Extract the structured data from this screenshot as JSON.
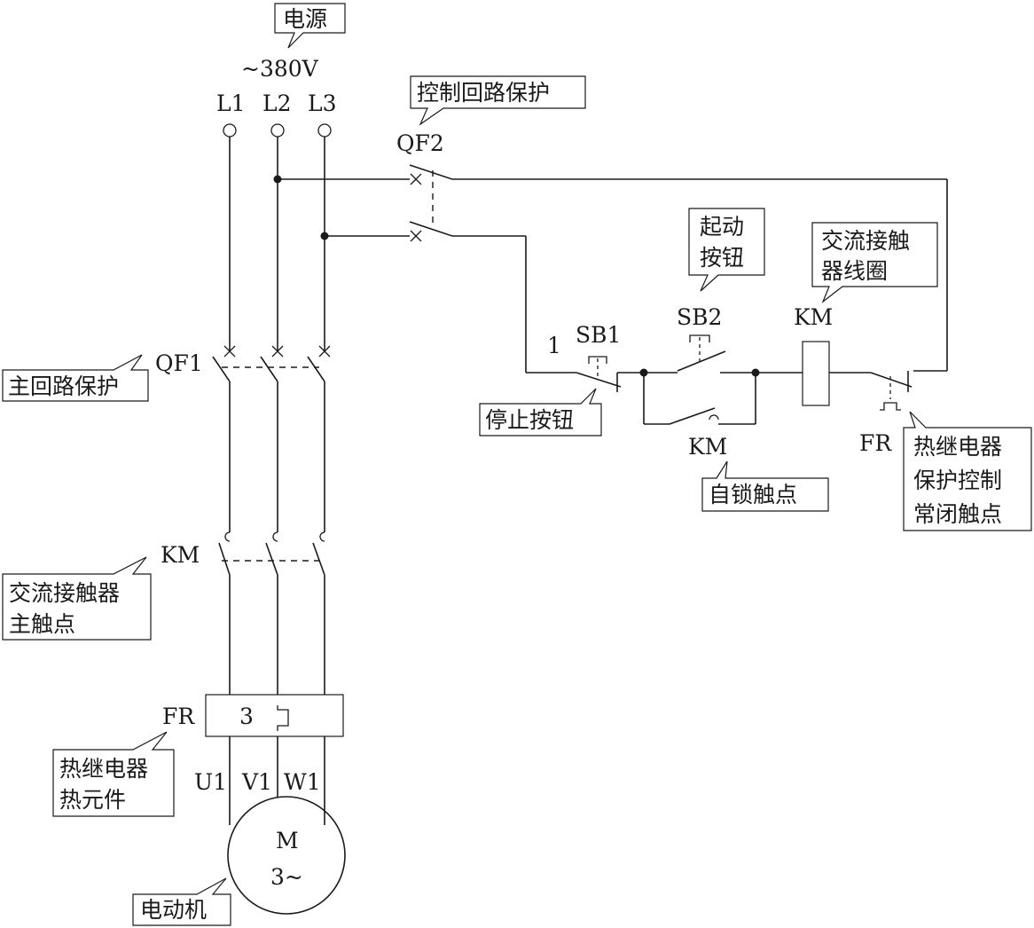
{
  "labels": {
    "supply_voltage": "~380V",
    "l1": "L1",
    "l2": "L2",
    "l3": "L3",
    "qf1": "QF1",
    "qf2": "QF2",
    "km_main": "KM",
    "fr_main": "FR",
    "fr_number": "3",
    "u1": "U1",
    "v1": "V1",
    "w1": "W1",
    "motor_m": "M",
    "motor_phase": "3~",
    "node_1": "1",
    "sb1": "SB1",
    "sb2": "SB2",
    "km_coil": "KM",
    "km_aux": "KM",
    "fr_ctrl": "FR"
  },
  "callouts": {
    "power_source": "电源",
    "control_circuit_protection": "控制回路保护",
    "main_circuit_protection": "主回路保护",
    "start_button": [
      "起动",
      "按钮"
    ],
    "contactor_coil": [
      "交流接触",
      "器线圈"
    ],
    "stop_button": "停止按钮",
    "self_lock_contact": "自锁触点",
    "thermal_relay_nc_contact": [
      "热继电器",
      "保护控制",
      "常闭触点"
    ],
    "contactor_main_contact": [
      "交流接触器",
      "主触点"
    ],
    "thermal_relay_element": [
      "热继电器",
      "热元件"
    ],
    "motor": "电动机"
  }
}
